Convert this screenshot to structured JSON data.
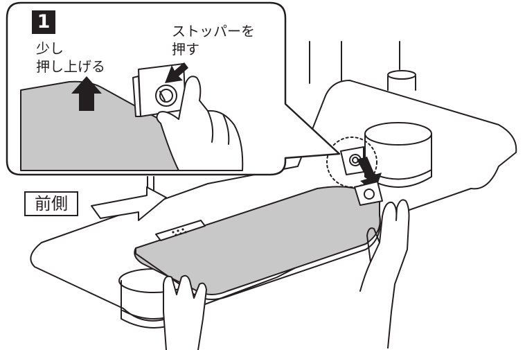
{
  "step": {
    "number": "1"
  },
  "callout": {
    "lift_line1": "少し",
    "lift_line2": "押し上げる",
    "stopper_line1": "ストッパーを",
    "stopper_line2": "押す"
  },
  "direction": {
    "front_label": "前側"
  },
  "colors": {
    "line": "#231f20",
    "panel": "#c8c8c8",
    "badge_bg": "#231f20",
    "badge_text": "#ffffff"
  }
}
